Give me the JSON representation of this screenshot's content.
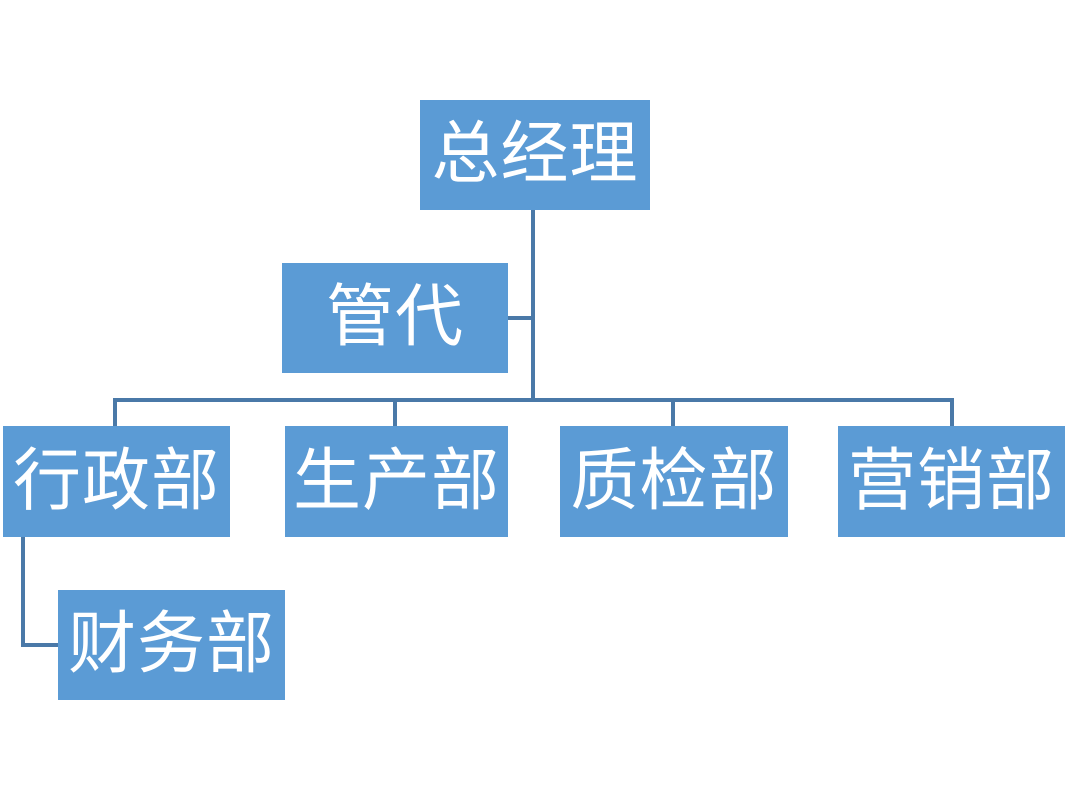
{
  "diagram": {
    "type": "org-chart"
  },
  "colors": {
    "node_fill": "#5b9bd5",
    "node_text": "#ffffff",
    "connector": "#4a79a8",
    "background": "#ffffff"
  },
  "nodes": {
    "general_manager": {
      "label": "总经理"
    },
    "management_rep": {
      "label": "管代"
    },
    "admin_dept": {
      "label": "行政部"
    },
    "production_dept": {
      "label": "生产部"
    },
    "quality_dept": {
      "label": "质检部"
    },
    "marketing_dept": {
      "label": "营销部"
    },
    "finance_dept": {
      "label": "财务部"
    }
  },
  "edges": [
    {
      "from": "总经理",
      "to": "管代",
      "type": "assistant-elbow"
    },
    {
      "from": "总经理",
      "to": "行政部",
      "type": "elbow"
    },
    {
      "from": "总经理",
      "to": "生产部",
      "type": "elbow"
    },
    {
      "from": "总经理",
      "to": "质检部",
      "type": "elbow"
    },
    {
      "from": "总经理",
      "to": "营销部",
      "type": "elbow"
    },
    {
      "from": "行政部",
      "to": "财务部",
      "type": "elbow"
    }
  ]
}
